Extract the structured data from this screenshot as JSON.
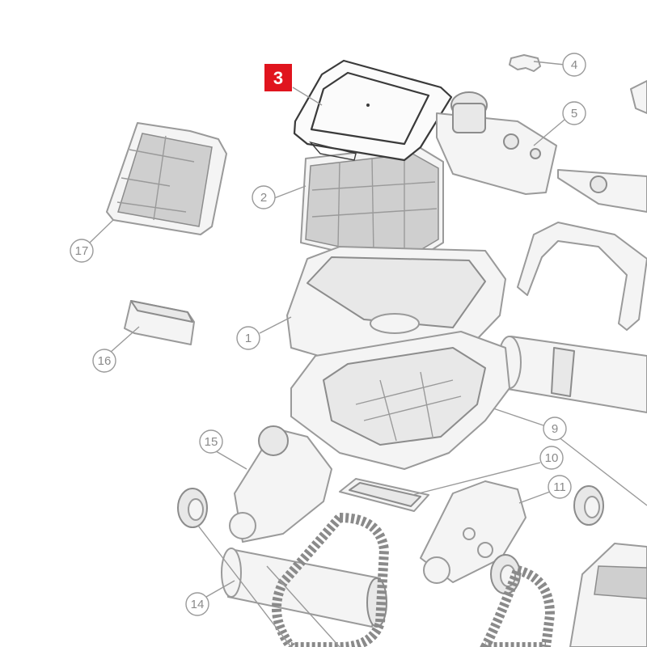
{
  "diagram": {
    "highlight": {
      "number": "3",
      "color": "#e0141e"
    },
    "callouts": [
      {
        "id": "c1",
        "number": "1"
      },
      {
        "id": "c2",
        "number": "2"
      },
      {
        "id": "c4",
        "number": "4"
      },
      {
        "id": "c5",
        "number": "5"
      },
      {
        "id": "c9",
        "number": "9"
      },
      {
        "id": "c10",
        "number": "10"
      },
      {
        "id": "c11",
        "number": "11"
      },
      {
        "id": "c14",
        "number": "14"
      },
      {
        "id": "c15",
        "number": "15"
      },
      {
        "id": "c16",
        "number": "16"
      },
      {
        "id": "c17",
        "number": "17"
      }
    ],
    "colors": {
      "line": "#9a9a9a",
      "highlight_outline": "#3a3a3a",
      "label_text": "#8a8a8a"
    }
  }
}
